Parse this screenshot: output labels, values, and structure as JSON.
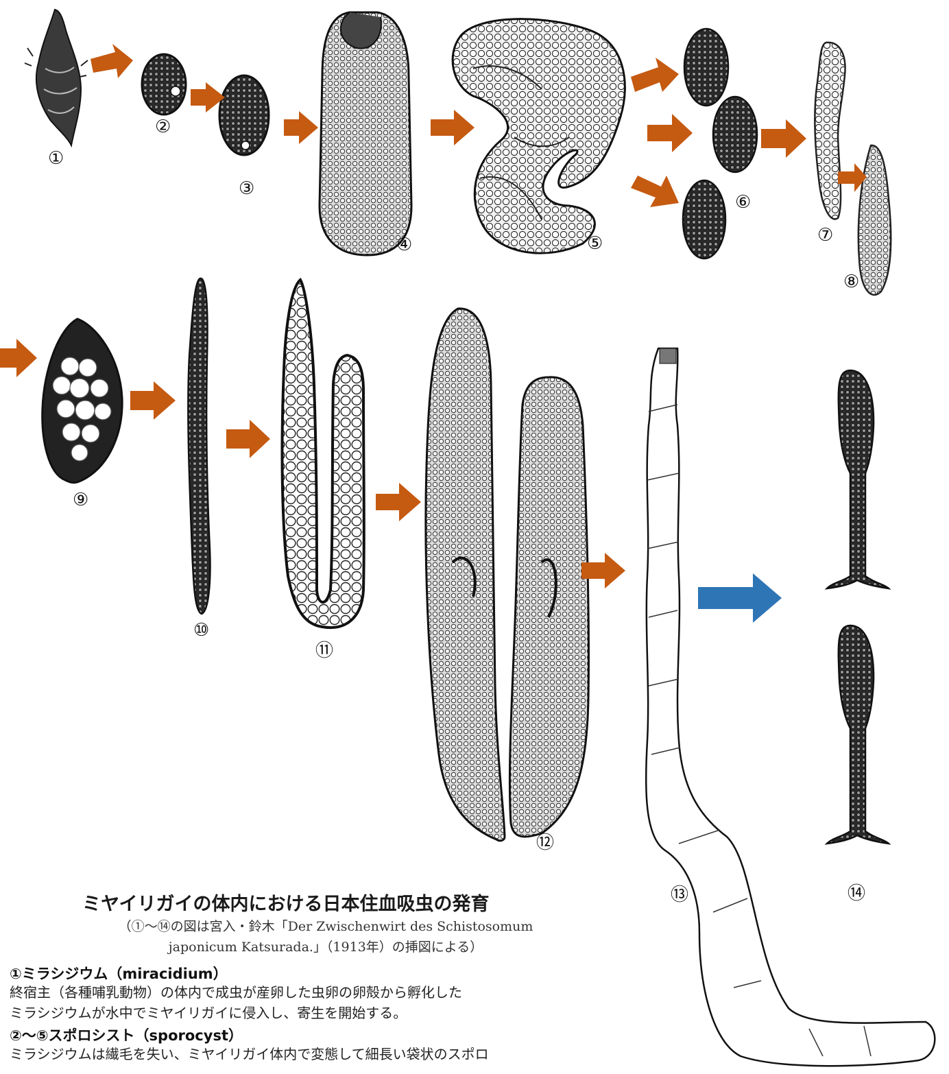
{
  "labels": {
    "n1": "①",
    "n2": "②",
    "n3": "③",
    "n4": "④",
    "n5": "⑤",
    "n6": "⑥",
    "n7": "⑦",
    "n8": "⑧",
    "n9": "⑨",
    "n10": "⑩",
    "n11": "⑪",
    "n12": "⑫",
    "n13": "⑬",
    "n14": "⑭"
  },
  "caption": {
    "title": "ミヤイリガイの体内における日本住血吸虫の発育",
    "note_line1": "（①～⑭の図は宮入・鈴木「Der Zwischenwirt des Schistosomum",
    "note_line2": "japonicum Katsurada.」（1913年）の挿図による）"
  },
  "sections": [
    {
      "title": "①ミラシジウム（miracidium）",
      "body_line1": "終宿主（各種哺乳動物）の体内で成虫が産卵した虫卵の卵殻から孵化した",
      "body_line2": "ミラシジウムが水中でミヤイリガイに侵入し、寄生を開始する。"
    },
    {
      "title": "②～⑤スポロシスト（sporocyst）",
      "body_line1": "ミラシジウムは繊毛を失い、ミヤイリガイ体内で変態して細長い袋状のスポロ"
    }
  ],
  "colors": {
    "arrow_orange": "#C55A11",
    "arrow_blue": "#2E75B6",
    "ink": "#111111"
  }
}
